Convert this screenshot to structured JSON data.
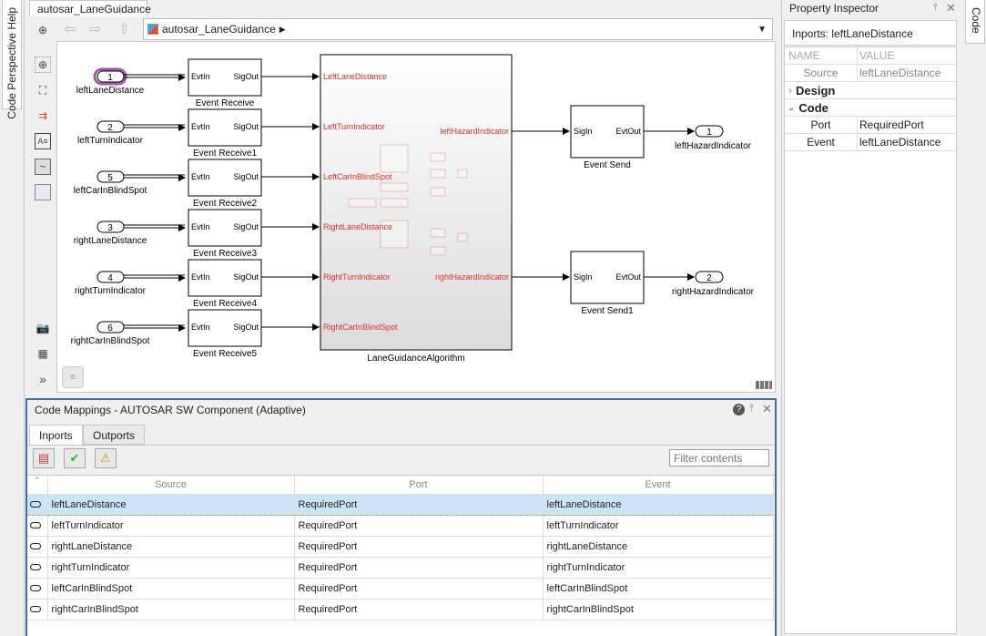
{
  "left_strip": {
    "code_perspective_help": "Code Perspective Help"
  },
  "right_strip": {
    "code_tab": "Code"
  },
  "editor": {
    "model_tab": "autosar_LaneGuidance",
    "breadcrumb": "autosar_LaneGuidance",
    "toolbar_icons": [
      "hide-browser-icon",
      "zoom-in-icon",
      "fit-to-view-icon",
      "signal-lines-icon",
      "annotation-icon",
      "image-icon",
      "area-icon",
      "screenshot-icon",
      "model-browser-icon",
      "more-icon"
    ]
  },
  "diagram": {
    "inports": [
      {
        "num": "1",
        "name": "leftLaneDistance",
        "block": "Event Receive",
        "selected": true
      },
      {
        "num": "2",
        "name": "leftTurnIndicator",
        "block": "Event Receive1"
      },
      {
        "num": "5",
        "name": "leftCarInBlindSpot",
        "block": "Event Receive2"
      },
      {
        "num": "3",
        "name": "rightLaneDistance",
        "block": "Event Receive3"
      },
      {
        "num": "4",
        "name": "rightTurnIndicator",
        "block": "Event Receive4"
      },
      {
        "num": "6",
        "name": "rightCarInBlindSpot",
        "block": "Event Receive5"
      }
    ],
    "receive_ports": {
      "in": "EvtIn",
      "out": "SigOut"
    },
    "send_ports": {
      "in": "SigIn",
      "out": "EvtOut"
    },
    "subsystem": {
      "name": "LaneGuidanceAlgorithm",
      "inputs": [
        "LeftLaneDistance",
        "LeftTurnIndicator",
        "LeftCarInBlindSpot",
        "RightLaneDistance",
        "RightTurnIndicator",
        "RightCarInBlindSpot"
      ],
      "outputs": [
        "leftHazardIndicator",
        "rightHazardIndicator"
      ]
    },
    "sends": [
      {
        "block": "Event Send",
        "outport_num": "1",
        "outport_name": "leftHazardIndicator"
      },
      {
        "block": "Event Send1",
        "outport_num": "2",
        "outport_name": "rightHazardIndicator"
      }
    ]
  },
  "code_mappings": {
    "title": "Code Mappings - AUTOSAR SW Component (Adaptive)",
    "tabs": [
      "Inports",
      "Outports"
    ],
    "active_tab": "Inports",
    "filter_placeholder": "Filter contents",
    "columns": [
      "Source",
      "Port",
      "Event"
    ],
    "rows": [
      {
        "source": "leftLaneDistance",
        "port": "RequiredPort",
        "event": "leftLaneDistance",
        "selected": true
      },
      {
        "source": "leftTurnIndicator",
        "port": "RequiredPort",
        "event": "leftTurnIndicator"
      },
      {
        "source": "rightLaneDistance",
        "port": "RequiredPort",
        "event": "rightLaneDistance"
      },
      {
        "source": "rightTurnIndicator",
        "port": "RequiredPort",
        "event": "rightTurnIndicator"
      },
      {
        "source": "leftCarInBlindSpot",
        "port": "RequiredPort",
        "event": "leftCarInBlindSpot"
      },
      {
        "source": "rightCarInBlindSpot",
        "port": "RequiredPort",
        "event": "rightCarInBlindSpot"
      }
    ]
  },
  "property_inspector": {
    "title": "Property Inspector",
    "subtitle": "Inports: leftLaneDistance",
    "header_name": "NAME",
    "header_value": "VALUE",
    "source_label": "Source",
    "source_value": "leftLaneDistance",
    "design_group": "Design",
    "code_group": "Code",
    "port_label": "Port",
    "port_value": "RequiredPort",
    "event_label": "Event",
    "event_value": "leftLaneDistance"
  }
}
